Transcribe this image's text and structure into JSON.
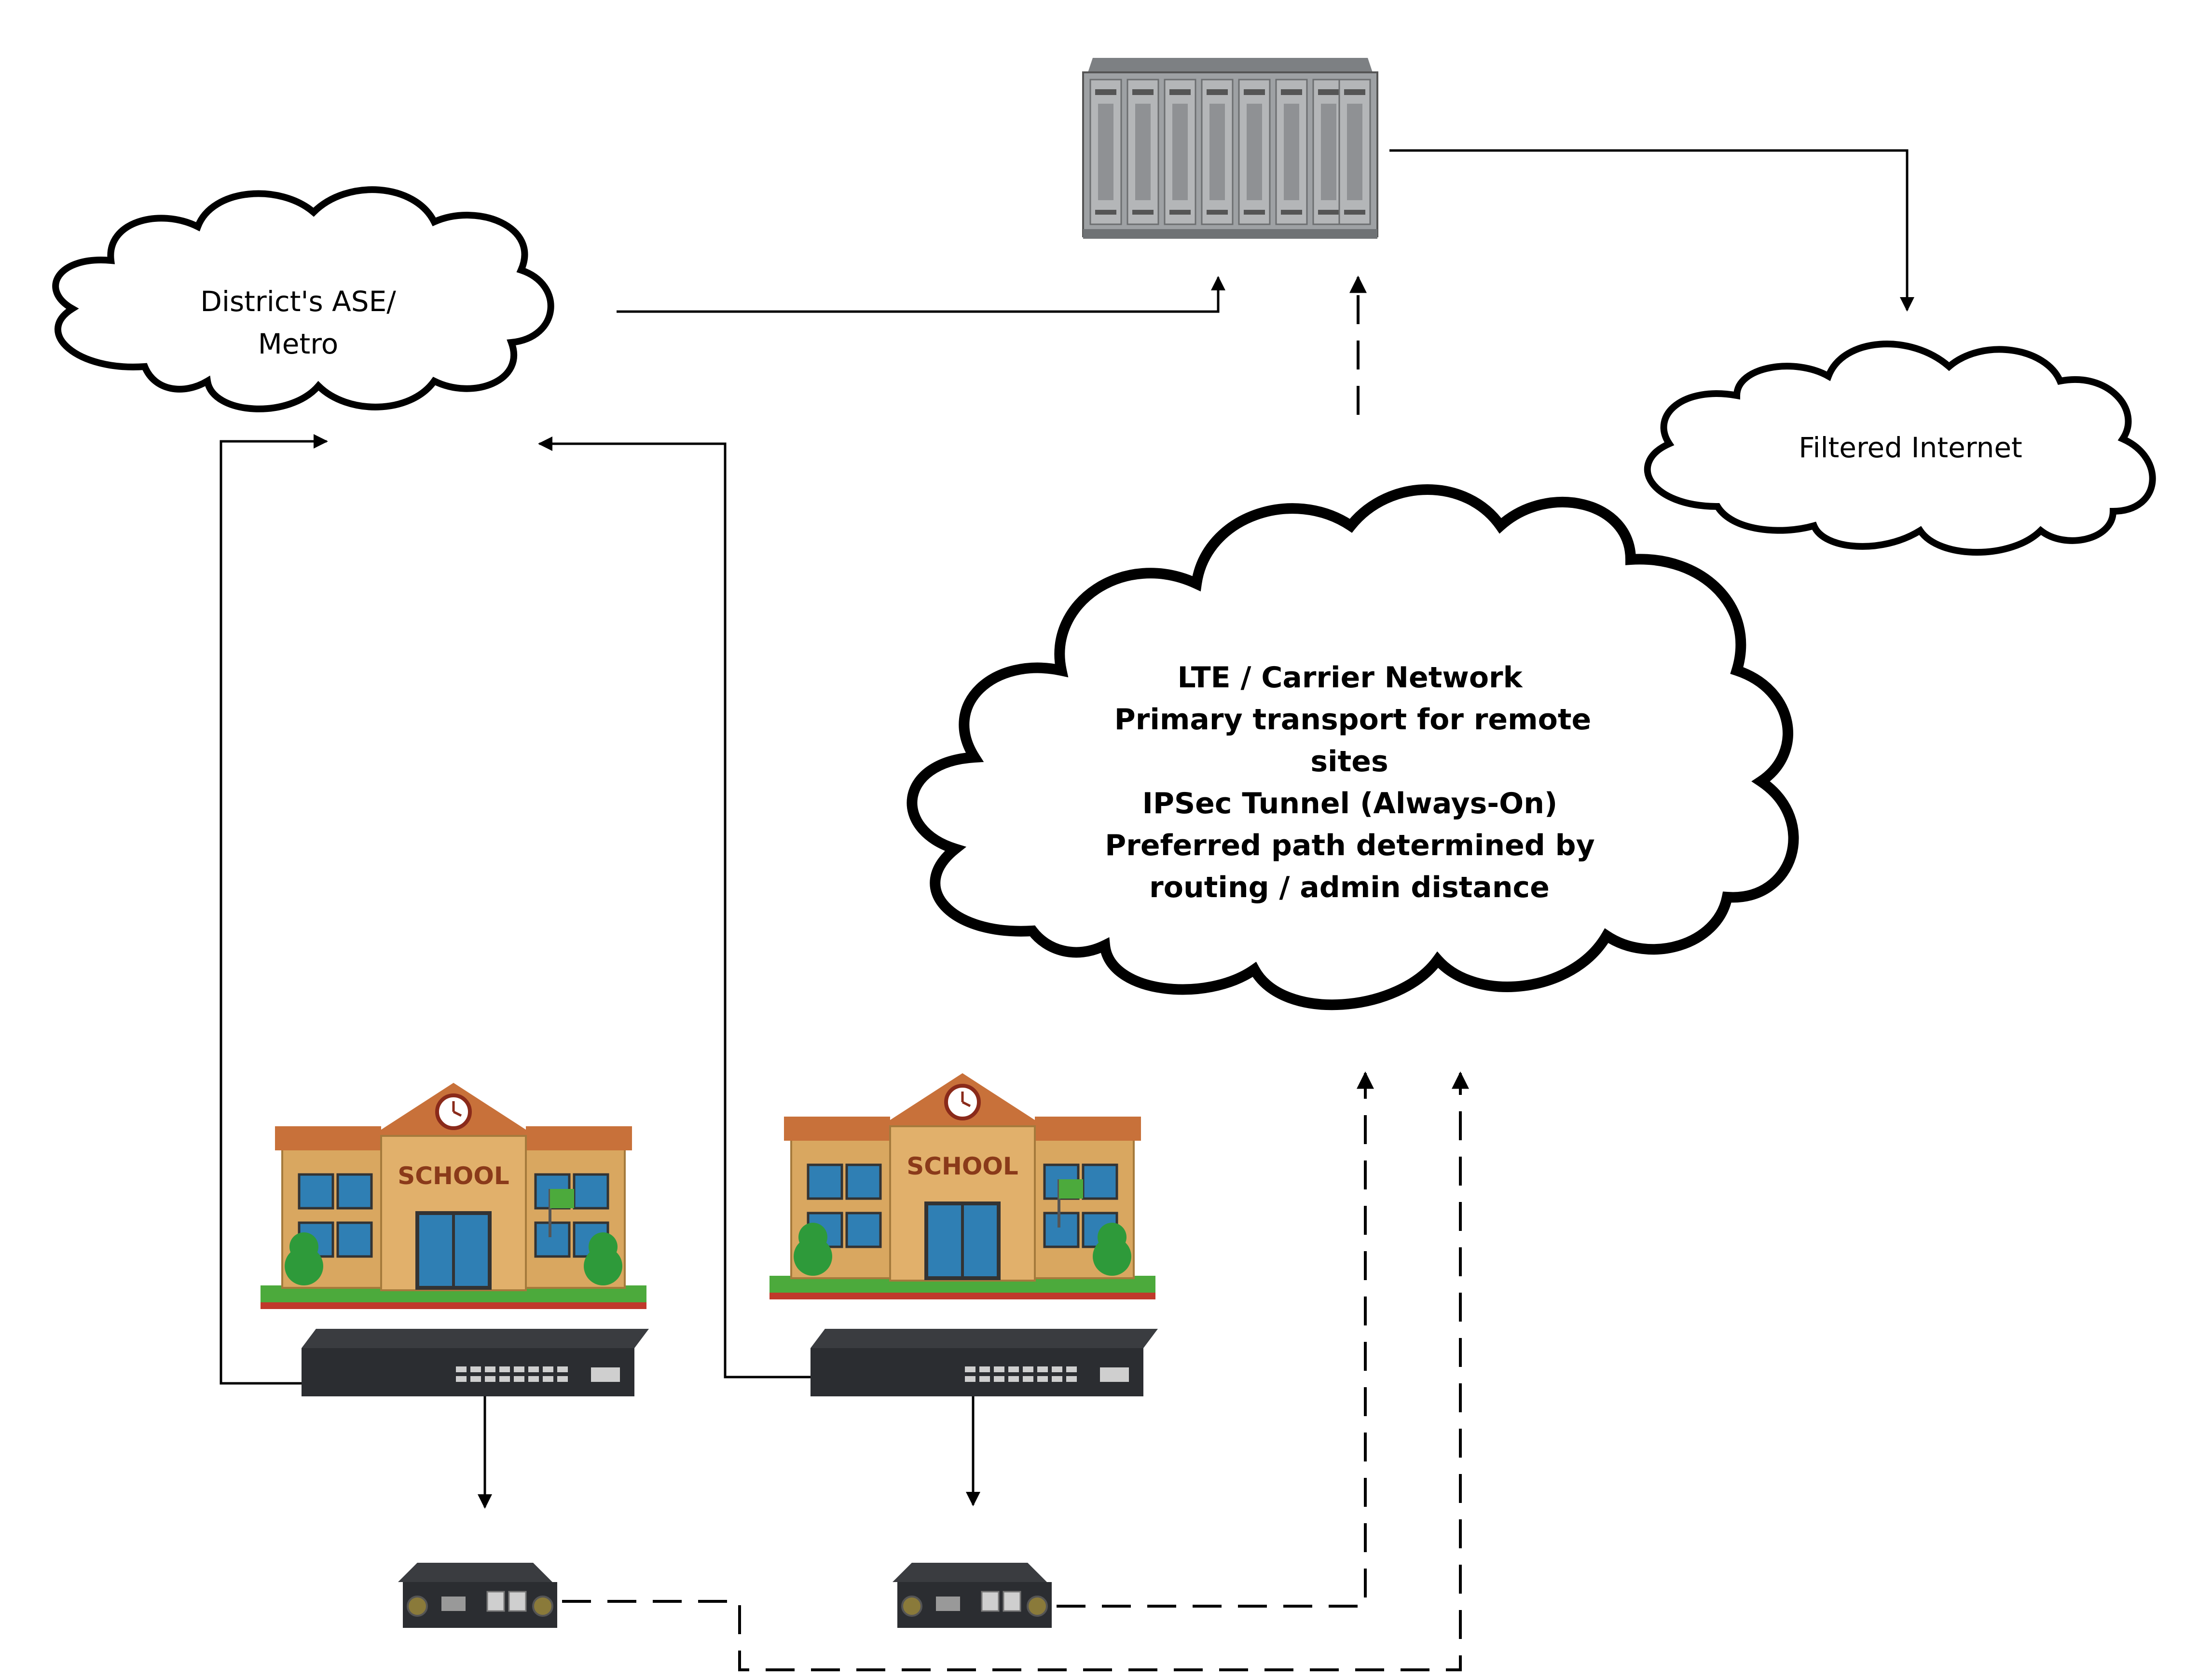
{
  "clouds": {
    "district": {
      "lines": [
        "District's ASE/",
        "Metro"
      ]
    },
    "filtered": {
      "lines": [
        "Filtered Internet"
      ]
    },
    "lte": {
      "lines": [
        "LTE / Carrier Network",
        "Primary transport for remote",
        "sites",
        "IPSec Tunnel (Always-On)",
        "Preferred path determined by",
        "routing / admin distance"
      ]
    }
  },
  "buildings": [
    {
      "sign": "SCHOOL"
    },
    {
      "sign": "SCHOOL"
    }
  ],
  "colors": {
    "wall": "#d9a760",
    "roof": "#c8713a",
    "window": "#2f7fb4",
    "grass": "#4caa3c",
    "tree": "#2e9a3a",
    "switch": "#2b2d31",
    "chassis": "#9ea1a4",
    "line": "#000000"
  }
}
